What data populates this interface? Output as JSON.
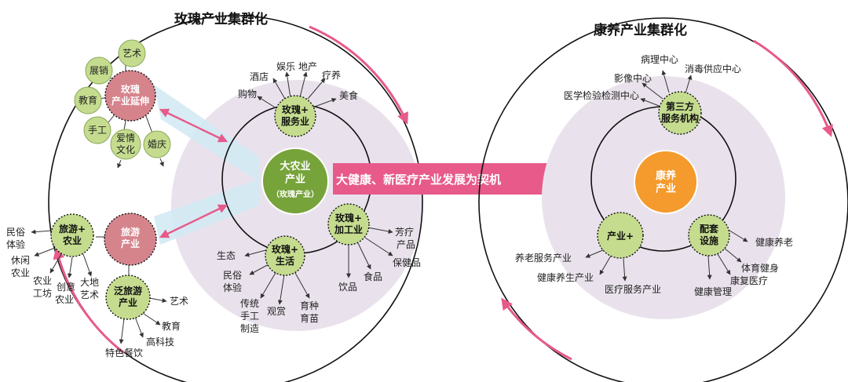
{
  "left_cluster": {
    "title": "玫瑰产业集群化",
    "core": {
      "label": [
        "大农业",
        "产业"
      ],
      "sub": "（玫瑰产业）"
    },
    "service": {
      "label": [
        "玫瑰+",
        "服务业"
      ],
      "leaves": [
        "酒店",
        "娱乐",
        "地产",
        "疗养",
        "购物",
        "美食"
      ]
    },
    "processing": {
      "label": [
        "玫瑰+",
        "加工业"
      ],
      "leaves": [
        "芳疗",
        "产品",
        "保健品",
        "食品",
        "饮品"
      ]
    },
    "living": {
      "label": [
        "玫瑰+",
        "生活"
      ],
      "leaves": [
        "生态",
        "民俗",
        "体验",
        "传统",
        "手工",
        "制造",
        "观赏",
        "育种",
        "育苗"
      ]
    },
    "extension": {
      "label": [
        "玫瑰",
        "产业延伸"
      ],
      "satellites": [
        "艺术",
        "展销",
        "教育",
        "手工",
        [
          "爱情",
          "文化"
        ],
        "婚庆"
      ]
    },
    "tourism": {
      "label": [
        "旅游",
        "产业"
      ]
    },
    "tour_agri": {
      "label": [
        "旅游+",
        "农业"
      ],
      "leaves": [
        "民俗",
        "体验",
        "休闲",
        "农业",
        "农业",
        "工坊",
        "创意",
        "农业",
        "大地",
        "艺术"
      ]
    },
    "pan_tour": {
      "label": [
        "泛旅游",
        "产业"
      ],
      "leaves": [
        "艺术",
        "教育",
        "高科技",
        "特色餐饮"
      ]
    }
  },
  "bridge": {
    "label": "大健康、新医疗产业发展为契机"
  },
  "right_cluster": {
    "title": "康养产业集群化",
    "core": {
      "label": [
        "康养",
        "产业"
      ]
    },
    "third_party": {
      "label": [
        "第三方",
        "服务机构"
      ],
      "leaves": [
        "病理中心",
        "消毒供应中心",
        "影像中心",
        "医学检验检测中心"
      ]
    },
    "industry_plus": {
      "label": [
        "产业+"
      ],
      "leaves": [
        "养老服务产业",
        "健康养生产业",
        "医疗服务产业"
      ]
    },
    "facilities": {
      "label": [
        "配套",
        "设施"
      ],
      "leaves": [
        "健康养老",
        "体育健身",
        "康复医疗",
        "健康管理"
      ]
    }
  },
  "colors": {
    "green_node": "#c5dc8f",
    "green_core": "#76a33a",
    "pink_node": "#d6848c",
    "pink_arrow": "#e75a8a",
    "orange_core": "#f59a2c",
    "background_disc": "#e9e2ec",
    "beam": "#d3eaf4"
  }
}
